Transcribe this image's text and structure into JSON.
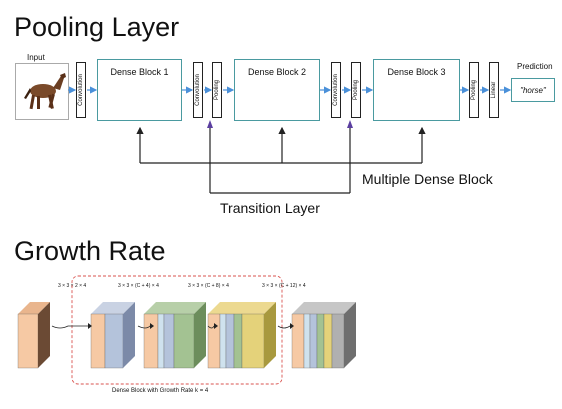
{
  "section1": {
    "title": "Pooling Layer",
    "input_label": "Input",
    "prediction_label": "Prediction",
    "prediction_value": "\"horse\"",
    "layers": {
      "conv1": "Convolution",
      "block1": "Dense Block 1",
      "conv2": "Convolution",
      "pool2": "Pooling",
      "block2": "Dense Block 2",
      "conv3": "Convolution",
      "pool3": "Pooling",
      "block3": "Dense Block 3",
      "pool_final": "Pooling",
      "linear": "Linear"
    },
    "multiple_dense_block": "Multiple Dense Block",
    "transition_layer": "Transition Layer"
  },
  "section2": {
    "title": "Growth Rate",
    "formulas": [
      "3 × 3 × 2 × 4",
      "3 × 3 × (C + 4) × 4",
      "3 × 3 × (C + 8) × 4",
      "3 × 3 × (C + 12) × 4"
    ],
    "caption": "Dense Block with Growth Rate k = 4",
    "colors": {
      "orange": "#f6c9a4",
      "blue": "#b4c3db",
      "green": "#a3c292",
      "yellow": "#e4d27a",
      "light_blue": "#cfe2ee",
      "gray": "#b0b0b0",
      "dashed_border": "#d9534f"
    }
  }
}
